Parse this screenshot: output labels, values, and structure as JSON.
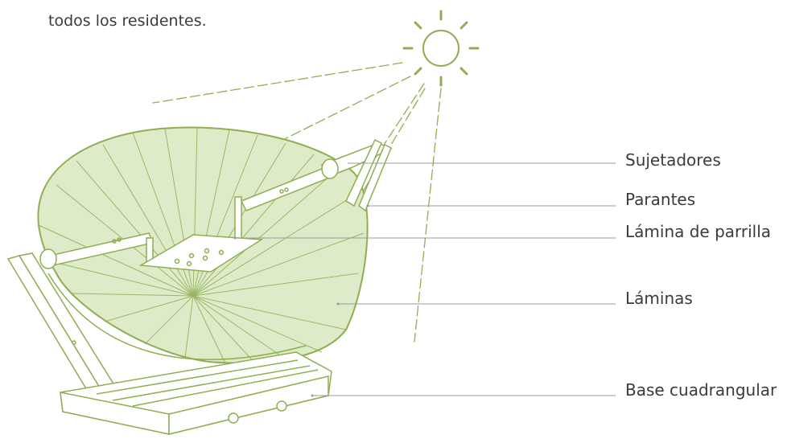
{
  "intro_text": "todos los residentes.",
  "labels": {
    "sujetadores": "Sujetadores",
    "parantes": "Parantes",
    "lamina_parrilla": "Lámina de parrilla",
    "laminas": "Láminas",
    "base": "Base cuadrangular"
  },
  "colors": {
    "line": "#8fae52",
    "fill": "#deebc9",
    "leader": "#9a9a9a",
    "text": "#3b3b3b"
  }
}
